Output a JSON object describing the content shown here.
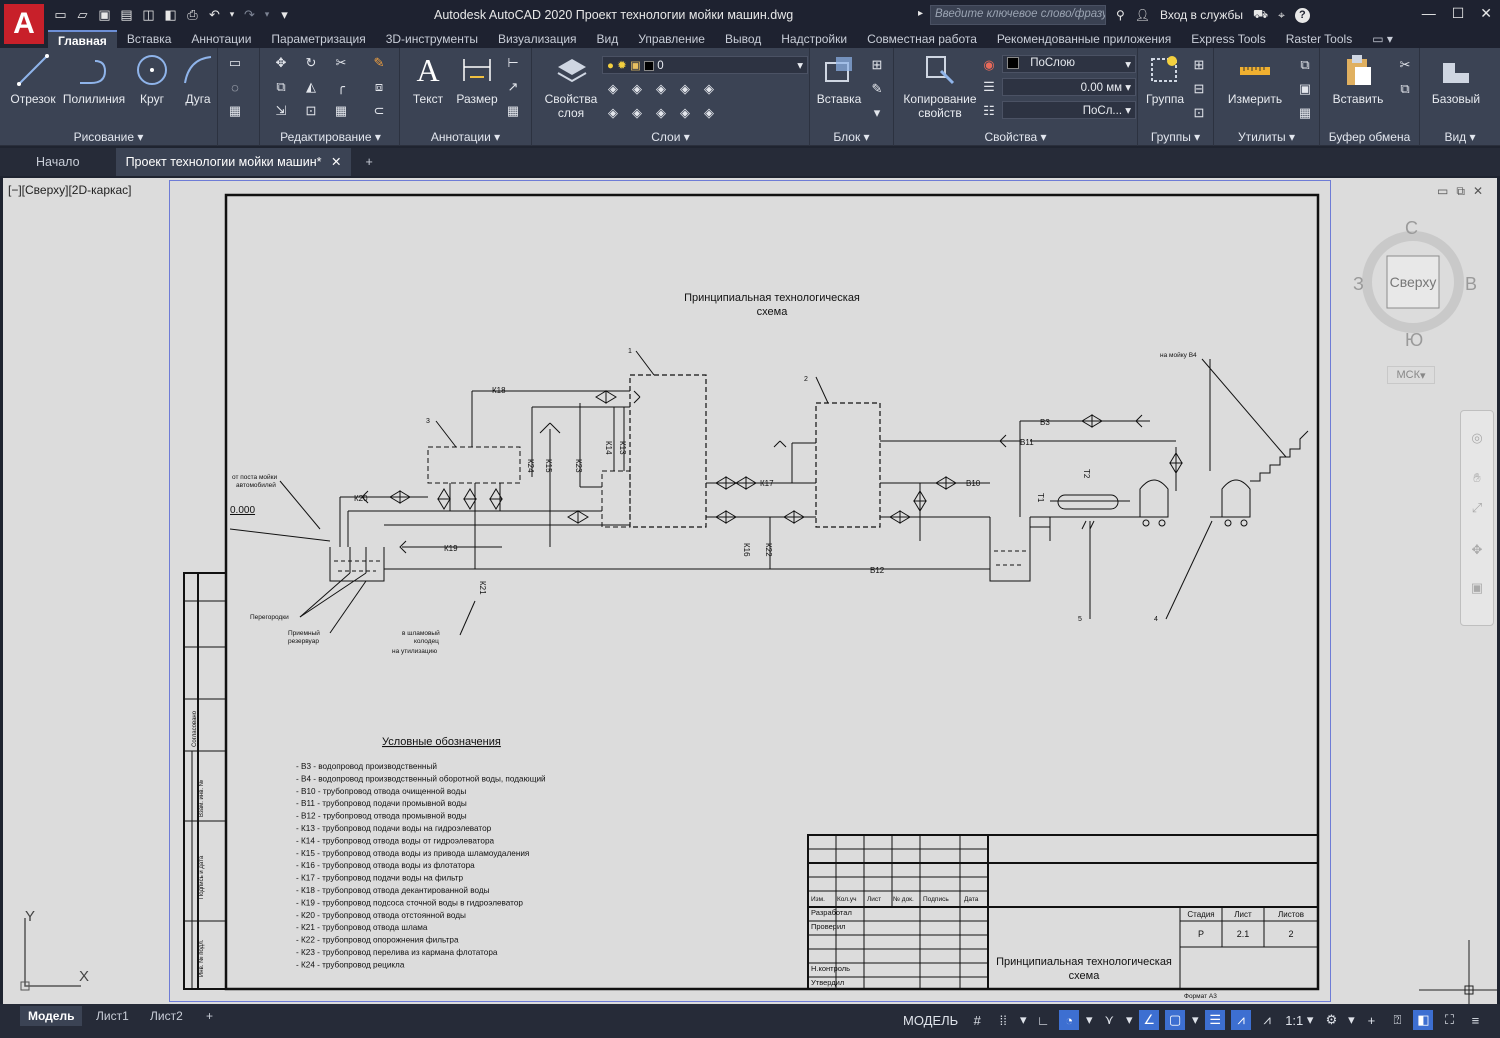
{
  "app": {
    "logo_letter": "A",
    "title": "Autodesk AutoCAD 2020   Проект технологии мойки машин.dwg",
    "search_placeholder": "Введите ключевое слово/фразу",
    "signin": "Вход в службы",
    "help": "?"
  },
  "ribbon_tabs": [
    "Главная",
    "Вставка",
    "Аннотации",
    "Параметризация",
    "3D-инструменты",
    "Визуализация",
    "Вид",
    "Управление",
    "Вывод",
    "Надстройки",
    "Совместная работа",
    "Рекомендованные приложения",
    "Express Tools",
    "Raster Tools"
  ],
  "panels": {
    "draw": {
      "label": "Рисование",
      "line": "Отрезок",
      "polyline": "Полилиния",
      "circle": "Круг",
      "arc": "Дуга"
    },
    "modify": {
      "label": "Редактирование"
    },
    "annotation": {
      "label": "Аннотации",
      "text": "Текст",
      "dimension": "Размер"
    },
    "layers": {
      "label": "Слои",
      "props": "Свойства\nслоя",
      "current_layer": "0"
    },
    "block": {
      "label": "Блок",
      "insert": "Вставка"
    },
    "properties": {
      "label": "Свойства",
      "match": "Копирование\nсвойств",
      "color": "ПоСлою",
      "lineweight": "0.00 мм",
      "linetype": "ПоСл..."
    },
    "groups": {
      "label": "Группы",
      "group": "Группа"
    },
    "utilities": {
      "label": "Утилиты",
      "measure": "Измерить"
    },
    "clipboard": {
      "label": "Буфер обмена",
      "paste": "Вставить"
    },
    "view": {
      "label": "Вид",
      "base": "Базовый"
    }
  },
  "doc_tabs": {
    "start": "Начало",
    "current": "Проект технологии мойки машин*",
    "new": "+"
  },
  "viewport": {
    "label": "[−][Сверху][2D-каркас]"
  },
  "navcube": {
    "north": "С",
    "south": "Ю",
    "west": "З",
    "east": "В",
    "face": "Сверху",
    "wcs": "МСК"
  },
  "ucs": {
    "y": "Y",
    "x": "X"
  },
  "drawing": {
    "title_line1": "Принципиальная технологическая",
    "title_line2": "схема",
    "legend_title": "Условные обозначения",
    "legend": [
      "- В3 - водопровод производственный",
      "- В4 - водопровод производственный оборотной воды, подающий",
      "- В10 - трубопровод отвода очищенной воды",
      "- В11 - трубопровод подачи промывной воды",
      "- В12 - трубопровод отвода промывной воды",
      "- К13 - трубопровод подачи воды на гидроэлеватор",
      "- К14 - трубопровод отвода воды от гидроэлеватора",
      "- К15 - трубопровод отвода воды из привода шламоудаления",
      "- К16 - трубопровод отвода воды из флотатора",
      "- К17 - трубопровод подачи воды на фильтр",
      "- К18 - трубопровод отвода декантированной воды",
      "- К19 - трубопровод подсоса сточной воды в гидроэлеватор",
      "- К20 - трубопровод отвода отстоянной воды",
      "- К21 - трубопровод отвода шлама",
      "- К22 - трубопровод опорожнения фильтра",
      "- К23 - трубопровод перелива из кармана флотатора",
      "- К24 - трубопровод рецикла"
    ],
    "labels": {
      "k18": "К18",
      "k20": "К20",
      "k19": "К19",
      "k21": "К21",
      "k24": "К24",
      "k15": "К15",
      "k23": "К23",
      "k14": "К14",
      "k13": "К13",
      "k17": "К17",
      "k16": "К16",
      "k22": "К22",
      "b3": "В3",
      "b11": "В11",
      "b10": "В10",
      "b12": "В12",
      "t1": "Т1",
      "t2": "Т2",
      "n1": "1",
      "n2": "2",
      "n3": "3",
      "n4": "4",
      "n5": "5",
      "from_post1": "от поста мойки",
      "from_post2": "автомобилей",
      "level": "0.000",
      "partitions": "Перегородки",
      "tank1": "Приемный",
      "tank2": "резервуар",
      "sludge1": "в шламовый",
      "sludge2": "колодец",
      "sludge3": "на утилизацию",
      "to_wash": "на мойку В4"
    },
    "side_stamp": [
      "Согласовано",
      "Взам. инв. №",
      "Подпись и дата",
      "Инв. № подл."
    ],
    "stamp": {
      "cols": [
        "Изм.",
        "Кол.уч",
        "Лист",
        "№ док.",
        "Подпись",
        "Дата"
      ],
      "rows": [
        "Разработал",
        "Проверил",
        "Н.контроль",
        "Утвердил"
      ],
      "stage_h": "Стадия",
      "sheet_h": "Лист",
      "sheets_h": "Листов",
      "stage": "Р",
      "sheet": "2.1",
      "sheets": "2",
      "title1": "Принципиальная технологическая",
      "title2": "схема",
      "format": "Формат А3"
    }
  },
  "layout_tabs": [
    "Модель",
    "Лист1",
    "Лист2",
    "+"
  ],
  "status": {
    "model": "МОДЕЛЬ",
    "scale": "1:1"
  }
}
